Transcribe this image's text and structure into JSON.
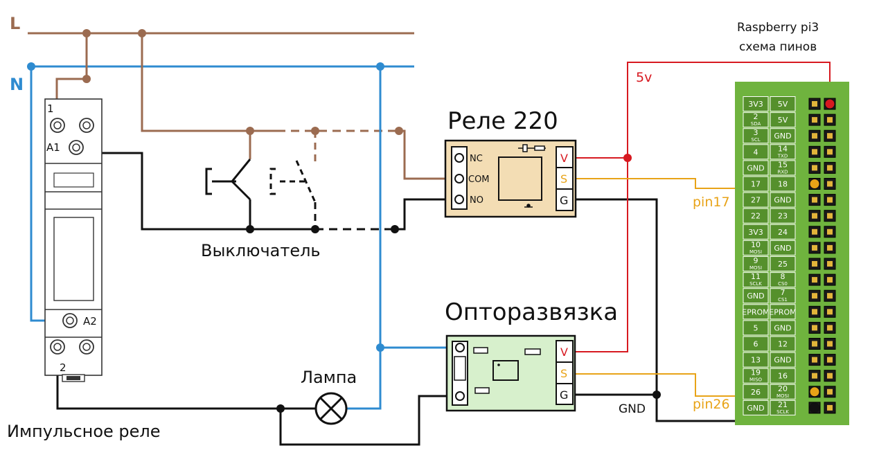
{
  "colors": {
    "line_L": "#9b6b50",
    "line_N": "#2e8bd0",
    "wire_black": "#111111",
    "wire_red": "#d71920",
    "wire_yellow": "#e8a317",
    "relay_board": "#f3ddb4",
    "opto_board": "#d7f0cc",
    "gpio_board": "#6fb33e",
    "pin_label_bg": "#55902c",
    "pin_label_border": "#ffffff"
  },
  "labels": {
    "L": "L",
    "N": "N",
    "raspberry_title_1": "Raspberry pi3",
    "raspberry_title_2": "схема пинов",
    "v5": "5v",
    "relay_title": "Реле 220",
    "opto_title": "Опторазвязка",
    "switch_label": "Выключатель",
    "lamp_label": "Лампа",
    "impulse_relay_label": "Импульсное реле",
    "pin17": "pin17",
    "pin26": "pin26",
    "gnd": "GND"
  },
  "impulse_relay": {
    "term_1": "1",
    "term_a1": "A1",
    "term_a2": "A2",
    "term_2": "2"
  },
  "relay_terminals": {
    "nc": "NC",
    "com": "COM",
    "no": "NO",
    "v": "V",
    "s": "S",
    "g": "G"
  },
  "opto_terminals": {
    "v": "V",
    "s": "S",
    "g": "G"
  },
  "gpio": {
    "labels": [
      {
        "left": "3V3",
        "right": "5V"
      },
      {
        "left": "2",
        "left_sub": "SDA",
        "right": "5V"
      },
      {
        "left": "3",
        "left_sub": "SCL",
        "right": "GND"
      },
      {
        "left": "4",
        "right": "14",
        "right_sub": "TXD"
      },
      {
        "left": "GND",
        "right": "15",
        "right_sub": "RXD"
      },
      {
        "left": "17",
        "right": "18"
      },
      {
        "left": "27",
        "right": "GND"
      },
      {
        "left": "22",
        "right": "23"
      },
      {
        "left": "3V3",
        "right": "24"
      },
      {
        "left": "10",
        "left_sub": "MOSI",
        "right": "GND"
      },
      {
        "left": "9",
        "left_sub": "MOSI",
        "right": "25"
      },
      {
        "left": "11",
        "left_sub": "SCLK",
        "right": "8",
        "right_sub": "CS0"
      },
      {
        "left": "GND",
        "right": "7",
        "right_sub": "CS1"
      },
      {
        "left": "EPROM",
        "right": "EPROM"
      },
      {
        "left": "5",
        "right": "GND"
      },
      {
        "left": "6",
        "right": "12"
      },
      {
        "left": "13",
        "right": "GND"
      },
      {
        "left": "19",
        "left_sub": "MISO",
        "right": "16"
      },
      {
        "left": "26",
        "right": "20",
        "right_sub": "MOSI"
      },
      {
        "left": "GND",
        "right": "21",
        "right_sub": "SCLK"
      }
    ]
  }
}
